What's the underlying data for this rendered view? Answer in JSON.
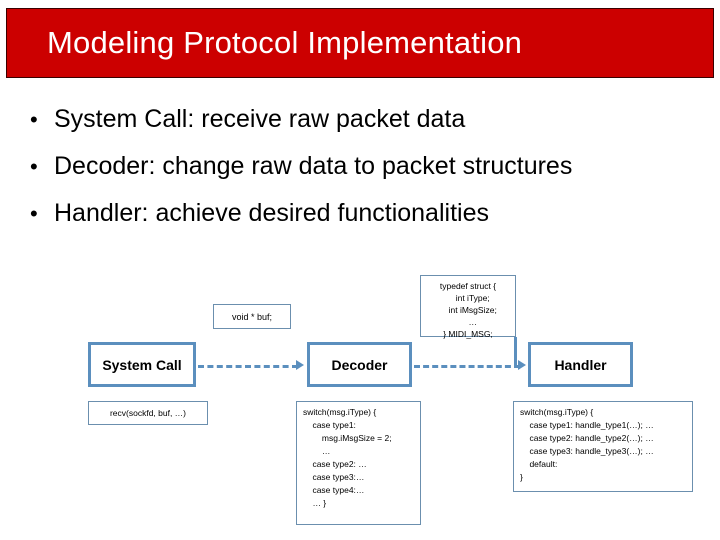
{
  "slide": {
    "title": "Modeling Protocol Implementation",
    "banner_color": "#CC0000",
    "title_color": "#FFFFFF",
    "accent_color": "#5B8FBE"
  },
  "bullets": [
    {
      "marker": "•",
      "text": "System Call: receive raw packet data"
    },
    {
      "marker": "•",
      "text": "Decoder: change raw data to packet structures"
    },
    {
      "marker": "•",
      "text": "Handler: achieve desired functionalities"
    }
  ],
  "diagram": {
    "nodes": [
      {
        "id": "system-call",
        "label": "System Call"
      },
      {
        "id": "decoder",
        "label": "Decoder"
      },
      {
        "id": "handler",
        "label": "Handler"
      }
    ],
    "buffer_note": "void * buf;",
    "struct_note": "typedef struct {\n    int iType;\n    int iMsgSize;\n    …\n} MIDI_MSG;",
    "code_blocks": [
      {
        "id": "system-call-code",
        "owner": "System Call",
        "code": "recv(sockfd, buf, …)"
      },
      {
        "id": "decoder-code",
        "owner": "Decoder",
        "code": "switch(msg.iType) {\n    case type1:\n        msg.iMsgSize = 2;\n        …\n    case type2: …\n    case type3:…\n    case type4:…\n    … }"
      },
      {
        "id": "handler-code",
        "owner": "Handler",
        "code": "switch(msg.iType) {\n    case type1: handle_type1(…); …\n    case type2: handle_type2(…); …\n    case type3: handle_type3(…); …\n    default:\n}"
      }
    ],
    "connectors": [
      {
        "from": "System Call",
        "to": "Decoder",
        "style": "dashed-arrow"
      },
      {
        "from": "Decoder",
        "to": "Handler",
        "style": "dashed-arrow"
      }
    ]
  }
}
